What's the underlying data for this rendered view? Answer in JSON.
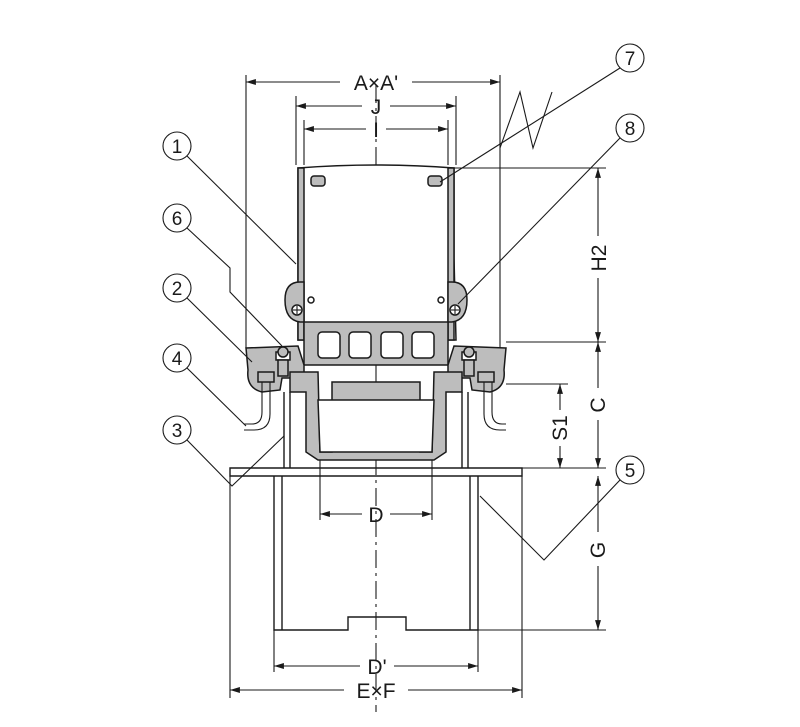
{
  "dimensions": {
    "a_x_a_prime": "A×A'",
    "j": "J",
    "i": "I",
    "h2": "H2",
    "s1": "S1",
    "c": "C",
    "d": "D",
    "g": "G",
    "d_prime": "D'",
    "e_x_f": "E×F"
  },
  "callouts": [
    "1",
    "2",
    "3",
    "4",
    "5",
    "6",
    "7",
    "8"
  ]
}
